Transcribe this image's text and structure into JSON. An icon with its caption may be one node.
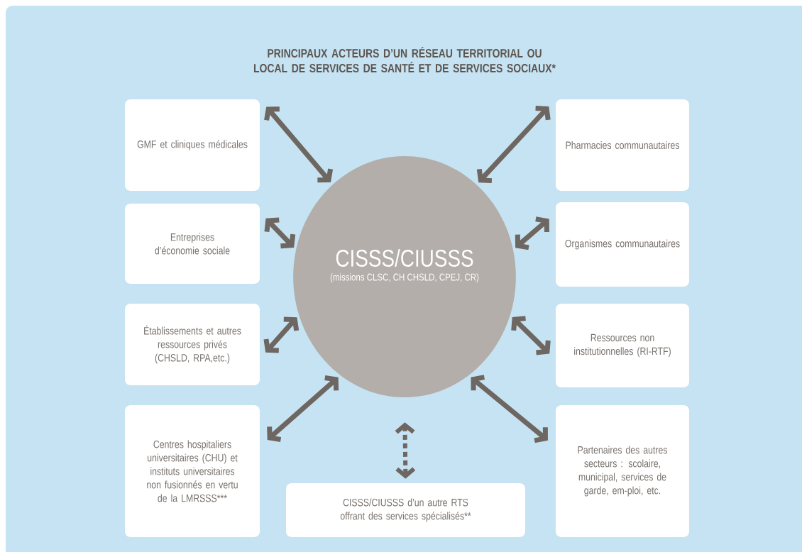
{
  "diagram": {
    "title": "PRINCIPAUX ACTEURS D’UN RÉSEAU TERRITORIAL OU LOCAL DE SERVICES DE SANTÉ ET DE SERVICES SOCIAUX*",
    "nodes": [
      {
        "text": [
          "GMF et cliniques médicales"
        ]
      },
      {
        "text": [
          "Pharmacies communautaires"
        ]
      },
      {
        "text": [
          "Entreprises d’économie sociale"
        ]
      },
      {
        "text": [
          "CISSS/CIUSSS",
          "(missions CLSC, CH CHSLD, CPEJ, CR)"
        ]
      },
      {
        "text": [
          "Organismes communautaires"
        ]
      },
      {
        "text": [
          "Établissements et autres ressources privés (CHSLD, RPA,etc.)"
        ]
      },
      {
        "text": [
          "Ressources non institutionnelles (RI-RTF)"
        ]
      },
      {
        "text": [
          "Centres hospitaliers universitaires (CHU) et instituts universitaires non fusionnés en vertu de la LMRSSS***"
        ]
      },
      {
        "text": [
          "Partenaires des autres secteurs : scolaire, municipal, services de garde, em-ploi, etc."
        ]
      },
      {
        "text": [
          "CISSS/CIUSSS d’un autre RTS offrant des services spécialisés**"
        ]
      }
    ],
    "edges": [
      {
        "from": 0,
        "to": 3,
        "arrow": "both"
      },
      {
        "from": 1,
        "to": 3,
        "arrow": "both"
      },
      {
        "from": 2,
        "to": 3,
        "arrow": "both"
      },
      {
        "from": 4,
        "to": 3,
        "arrow": "both"
      },
      {
        "from": 5,
        "to": 3,
        "arrow": "both"
      },
      {
        "from": 6,
        "to": 3,
        "arrow": "both"
      },
      {
        "from": 7,
        "to": 3,
        "arrow": "both"
      },
      {
        "from": 8,
        "to": 3,
        "arrow": "both"
      },
      {
        "from": 9,
        "to": 3,
        "arrow": "both",
        "style": "dashed"
      }
    ]
  }
}
